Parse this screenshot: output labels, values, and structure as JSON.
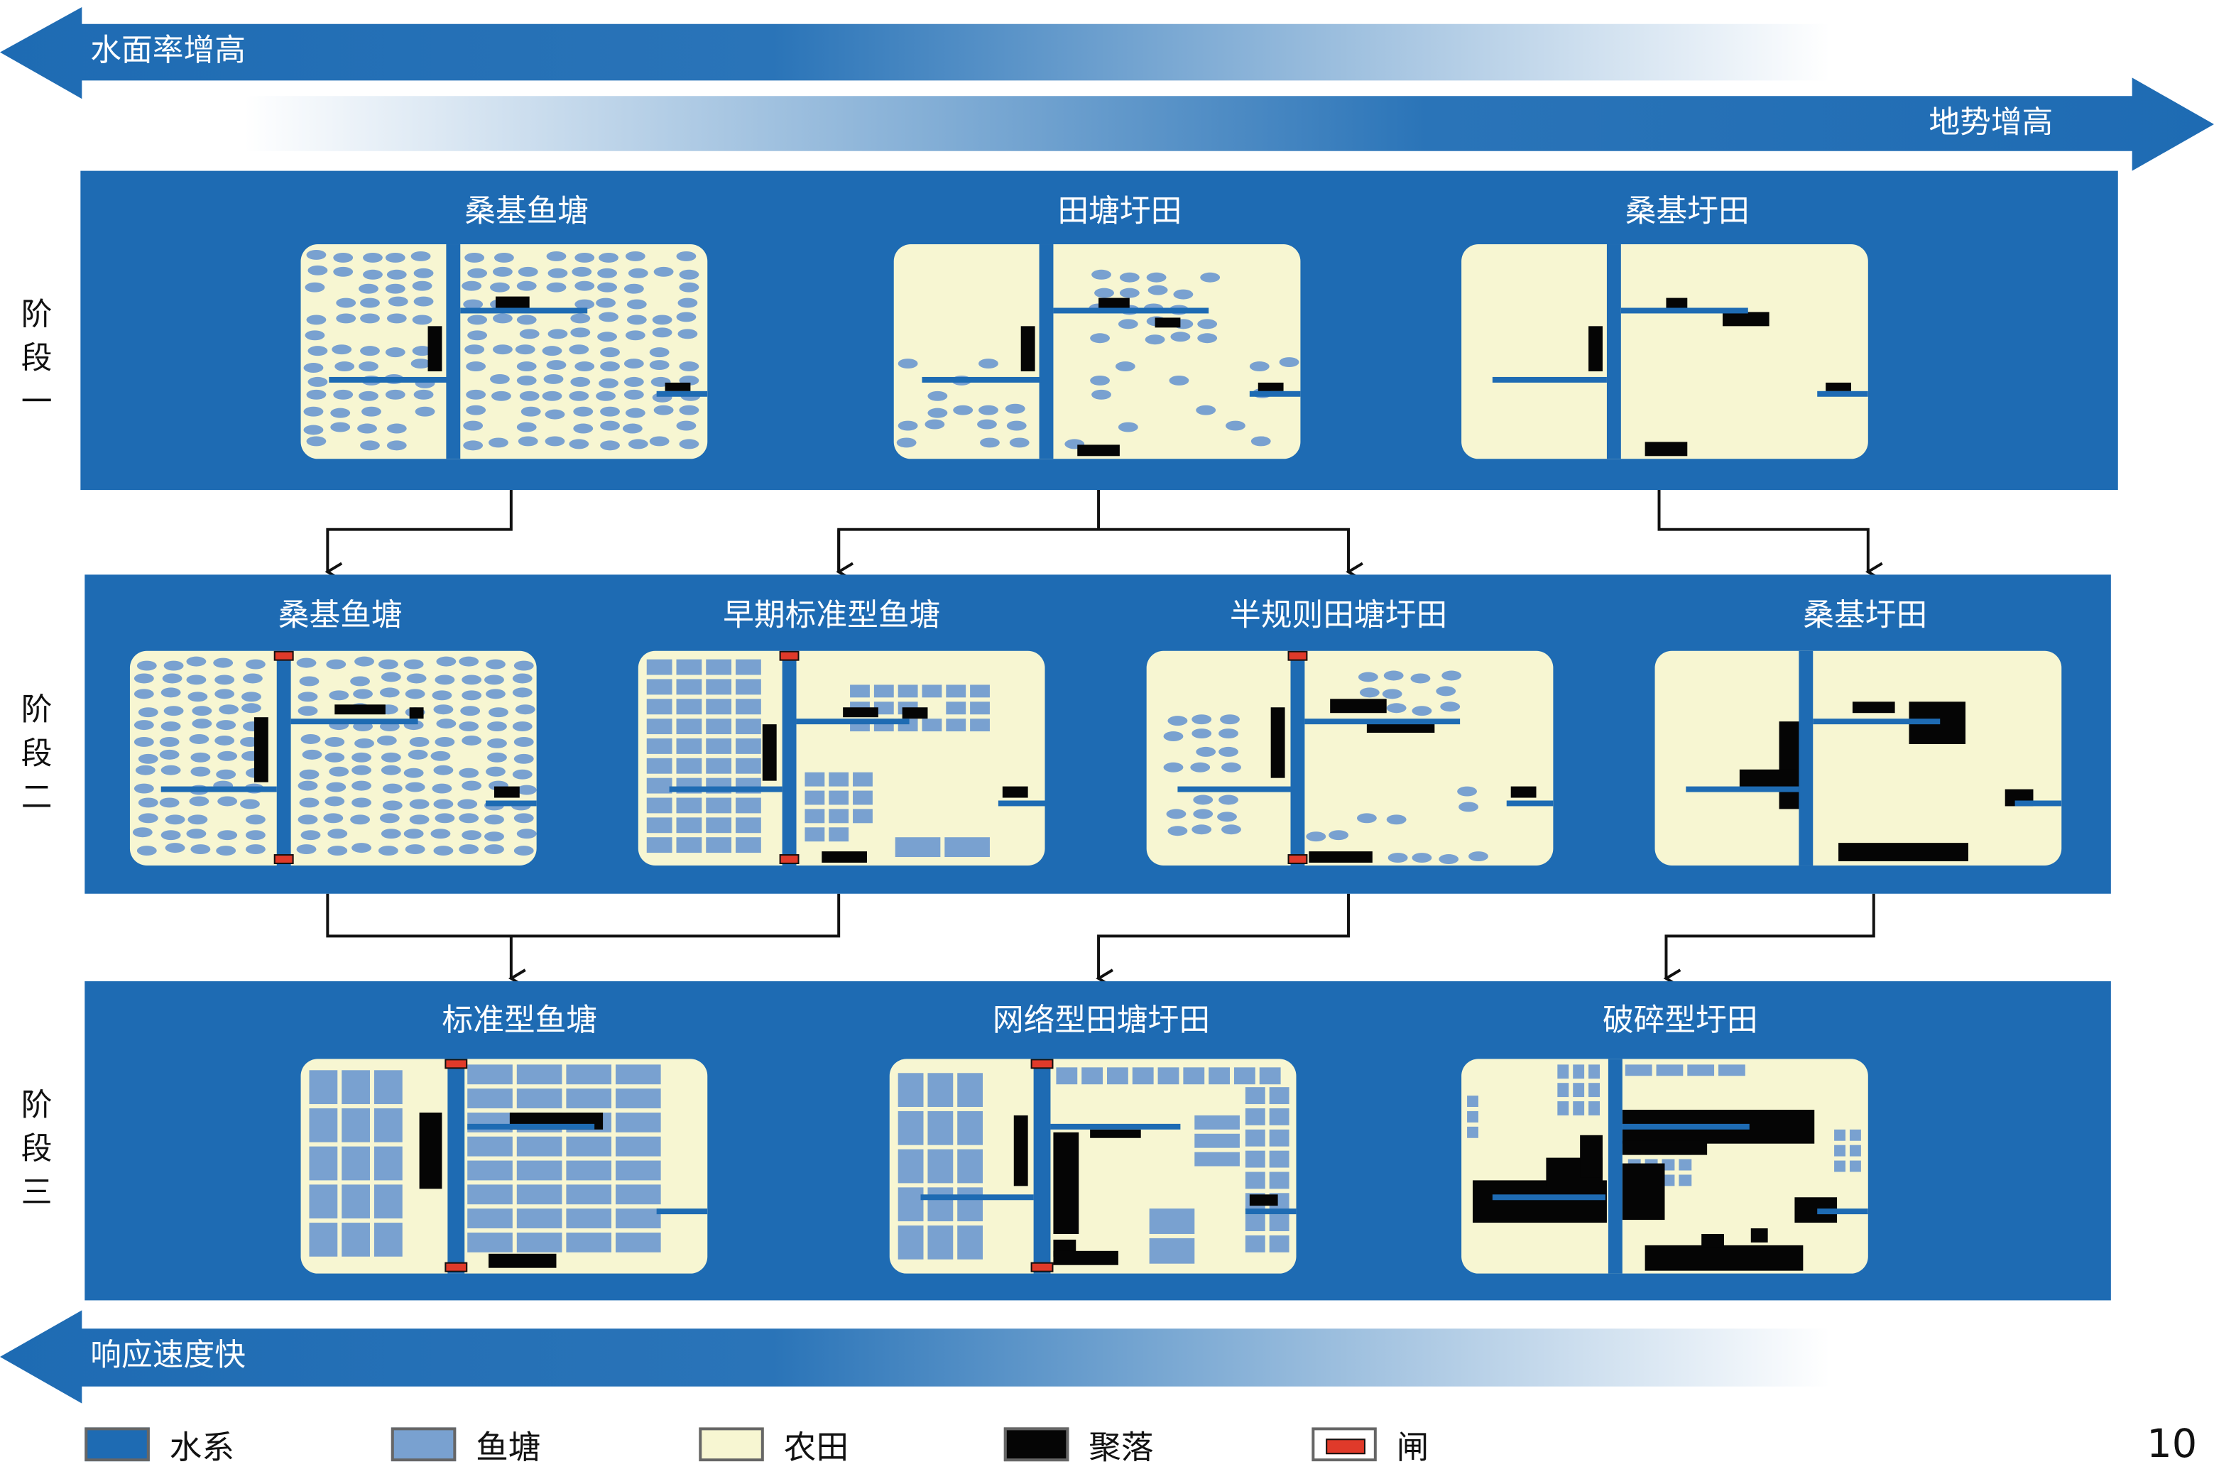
{
  "arrows": {
    "water_rate": "水面率增高",
    "terrain": "地势增高",
    "response": "响应速度快"
  },
  "stages": [
    {
      "label": [
        "阶",
        "段",
        "一"
      ],
      "maps": [
        {
          "title": "桑基鱼塘"
        },
        {
          "title": "田塘圩田"
        },
        {
          "title": "桑基圩田"
        }
      ]
    },
    {
      "label": [
        "阶",
        "段",
        "二"
      ],
      "maps": [
        {
          "title": "桑基鱼塘"
        },
        {
          "title": "早期标准型鱼塘"
        },
        {
          "title": "半规则田塘圩田"
        },
        {
          "title": "桑基圩田"
        }
      ]
    },
    {
      "label": [
        "阶",
        "段",
        "三"
      ],
      "maps": [
        {
          "title": "标准型鱼塘"
        },
        {
          "title": "网络型田塘圩田"
        },
        {
          "title": "破碎型圩田"
        }
      ]
    }
  ],
  "legend": [
    {
      "label": "水系",
      "color": "#1e6bb3"
    },
    {
      "label": "鱼塘",
      "color": "#79a1d0"
    },
    {
      "label": "农田",
      "color": "#f7f6d2"
    },
    {
      "label": "聚落",
      "color": "#050505"
    },
    {
      "label": "闸",
      "color": "#e03a2a"
    }
  ],
  "page_number": "10"
}
